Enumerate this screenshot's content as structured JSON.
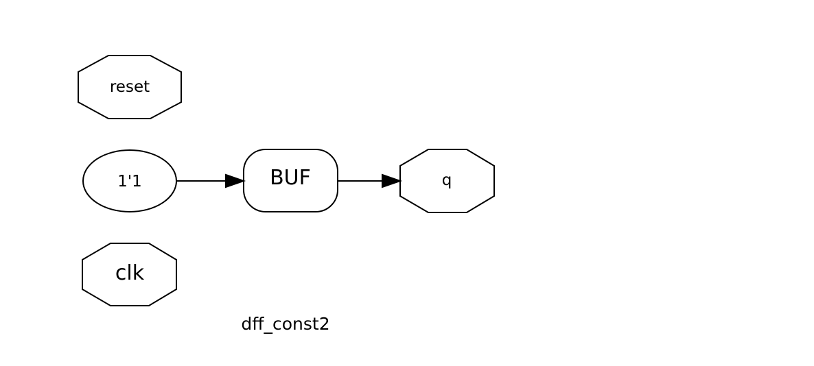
{
  "diagram": {
    "title": "dff_const2",
    "nodes": {
      "reset": {
        "label": "reset",
        "shape": "octagon",
        "role": "input port"
      },
      "const": {
        "label": "1'1",
        "shape": "ellipse",
        "role": "constant"
      },
      "clk": {
        "label": "clk",
        "shape": "octagon",
        "role": "input port"
      },
      "buf": {
        "label": "BUF",
        "shape": "rounded-rectangle",
        "role": "cell"
      },
      "q": {
        "label": "q",
        "shape": "octagon",
        "role": "output port"
      }
    },
    "edges": [
      {
        "from": "1'1",
        "to": "BUF"
      },
      {
        "from": "BUF",
        "to": "q"
      }
    ],
    "colors": {
      "stroke": "#000000",
      "fill": "#ffffff",
      "background": "#ffffff"
    }
  }
}
